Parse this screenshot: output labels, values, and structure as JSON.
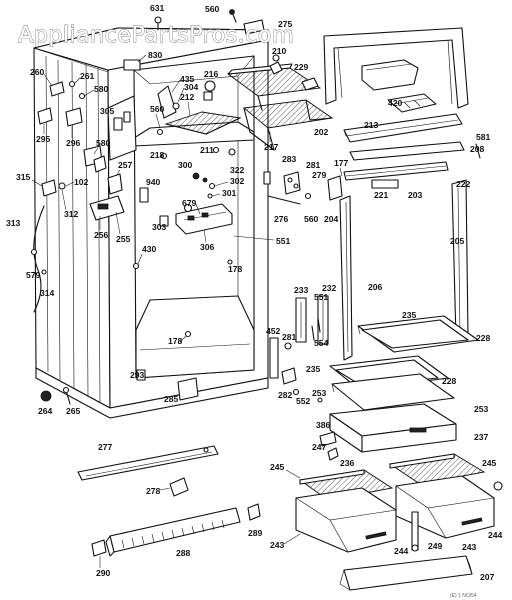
{
  "watermark": "AppliancePartsPros.com",
  "footer_code": "(E) 1 NO/54",
  "labels": {
    "l631": "631",
    "l560a": "560",
    "l830": "830",
    "l275": "275",
    "l210": "210",
    "l229": "229",
    "l260": "260",
    "l261": "261",
    "l580a": "580",
    "l305": "305",
    "l435": "435",
    "l216": "216",
    "l304": "304",
    "l212": "212",
    "l560b": "560",
    "l420": "420",
    "l213": "213",
    "l581": "581",
    "l295": "295",
    "l296": "296",
    "l580b": "580",
    "l218": "218",
    "l217": "217",
    "l202": "202",
    "l208": "208",
    "l177": "177",
    "l211": "211",
    "l322": "322",
    "l283": "283",
    "l281": "281",
    "l279": "279",
    "l222": "222",
    "l257": "257",
    "l300": "300",
    "l302": "302",
    "l315": "315",
    "l102": "102",
    "l940": "940",
    "l301": "301",
    "l221": "221",
    "l203": "203",
    "l312": "312",
    "l679": "679",
    "l276": "276",
    "l560c": "560",
    "l204": "204",
    "l313": "313",
    "l256": "256",
    "l255": "255",
    "l303": "303",
    "l306": "306",
    "l551a": "551",
    "l205": "205",
    "l430": "430",
    "l178a": "178",
    "l579": "579",
    "l314": "314",
    "l206": "206",
    "l233": "233",
    "l232": "232",
    "l551b": "551",
    "l235a": "235",
    "l554": "554",
    "l228a": "228",
    "l452": "452",
    "l281b": "281",
    "l178b": "178",
    "l235b": "235",
    "l228b": "228",
    "l282": "282",
    "l552": "552",
    "l253a": "253",
    "l293": "293",
    "l285": "285",
    "l264": "264",
    "l265": "265",
    "l386": "386",
    "l253b": "253",
    "l237": "237",
    "l277": "277",
    "l247": "247",
    "l236": "236",
    "l245a": "245",
    "l245b": "245",
    "l278": "278",
    "l288": "288",
    "l289": "289",
    "l290": "290",
    "l243a": "243",
    "l244a": "244",
    "l249": "249",
    "l243b": "243",
    "l244b": "244",
    "l207": "207"
  }
}
